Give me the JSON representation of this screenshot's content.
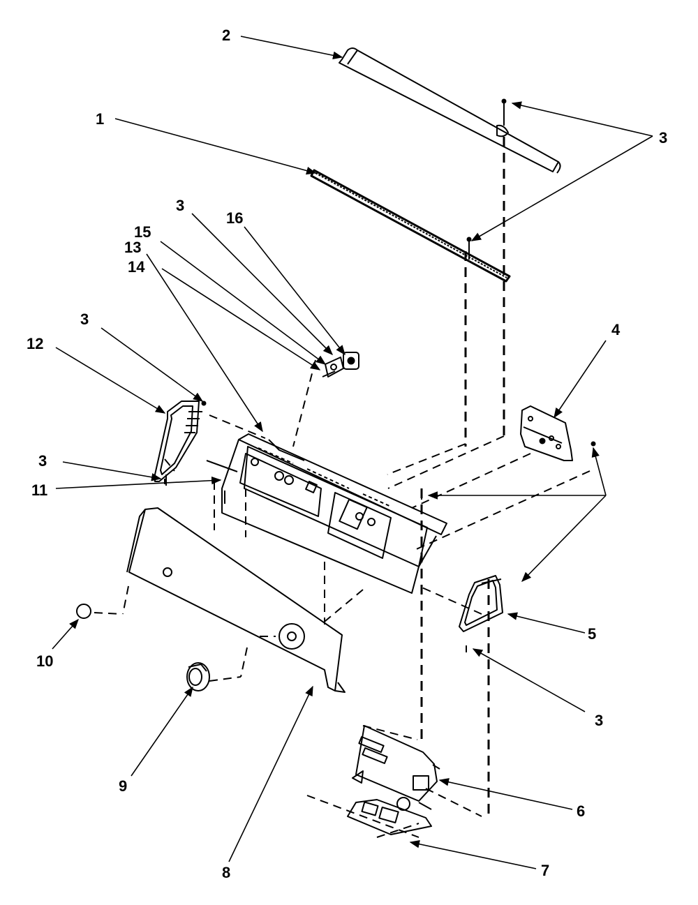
{
  "callouts": {
    "c1": "1",
    "c2": "2",
    "c3a": "3",
    "c3b": "3",
    "c3c": "3",
    "c3d": "3",
    "c3e": "3",
    "c4": "4",
    "c5": "5",
    "c6": "6",
    "c7": "7",
    "c8": "8",
    "c9": "9",
    "c10": "10",
    "c11": "11",
    "c12": "12",
    "c13": "13",
    "c14": "14",
    "c15": "15",
    "c16": "16"
  }
}
